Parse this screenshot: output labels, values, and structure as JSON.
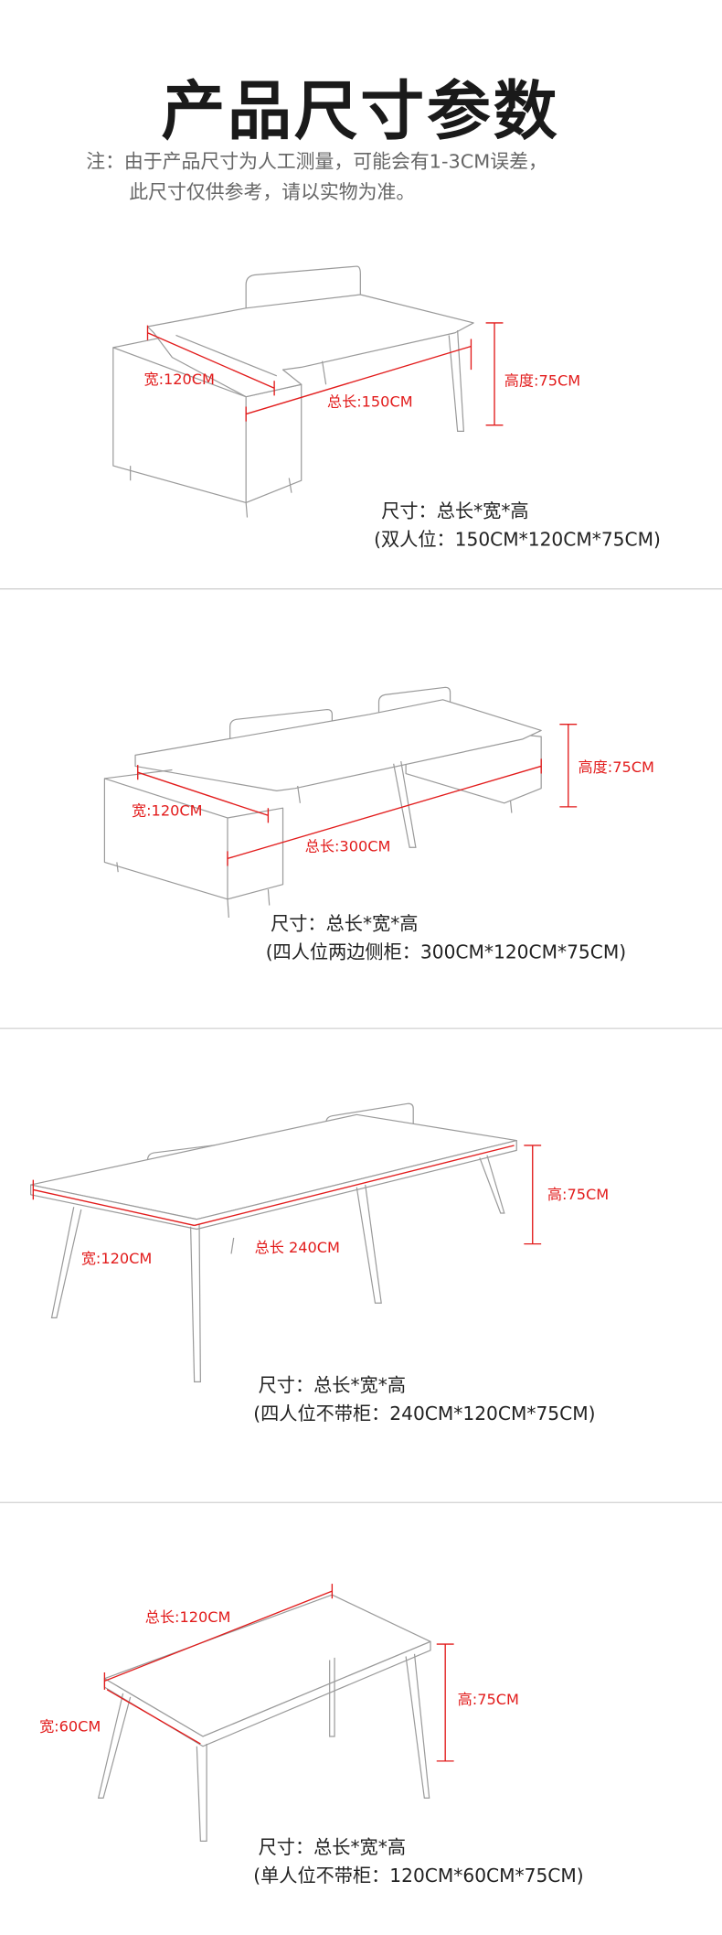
{
  "title": "产品尺寸参数",
  "note": {
    "line1": "注：由于产品尺寸为人工测量，可能会有1-3CM误差，",
    "line2": "此尺寸仅供参考，请以实物为准。"
  },
  "sections": [
    {
      "width_label": "宽:120CM",
      "length_label": "总长:150CM",
      "height_label": "高度:75CM",
      "spec_title": "尺寸：总长*宽*高",
      "spec_value": "(双人位：150CM*120CM*75CM)"
    },
    {
      "width_label": "宽:120CM",
      "length_label": "总长:300CM",
      "height_label": "高度:75CM",
      "spec_title": "尺寸：总长*宽*高",
      "spec_value": "(四人位两边侧柜：300CM*120CM*75CM)"
    },
    {
      "width_label": "宽:120CM",
      "length_label": "总长 240CM",
      "height_label": "高:75CM",
      "spec_title": "尺寸：总长*宽*高",
      "spec_value": "(四人位不带柜：240CM*120CM*75CM)"
    },
    {
      "width_label": "宽:60CM",
      "length_label": "总长:120CM",
      "height_label": "高:75CM",
      "spec_title": "尺寸：总长*宽*高",
      "spec_value": "(单人位不带柜：120CM*60CM*75CM)"
    }
  ],
  "colors": {
    "dimension": "#e21b1b",
    "title": "#1a1a1a",
    "note": "#666666"
  }
}
